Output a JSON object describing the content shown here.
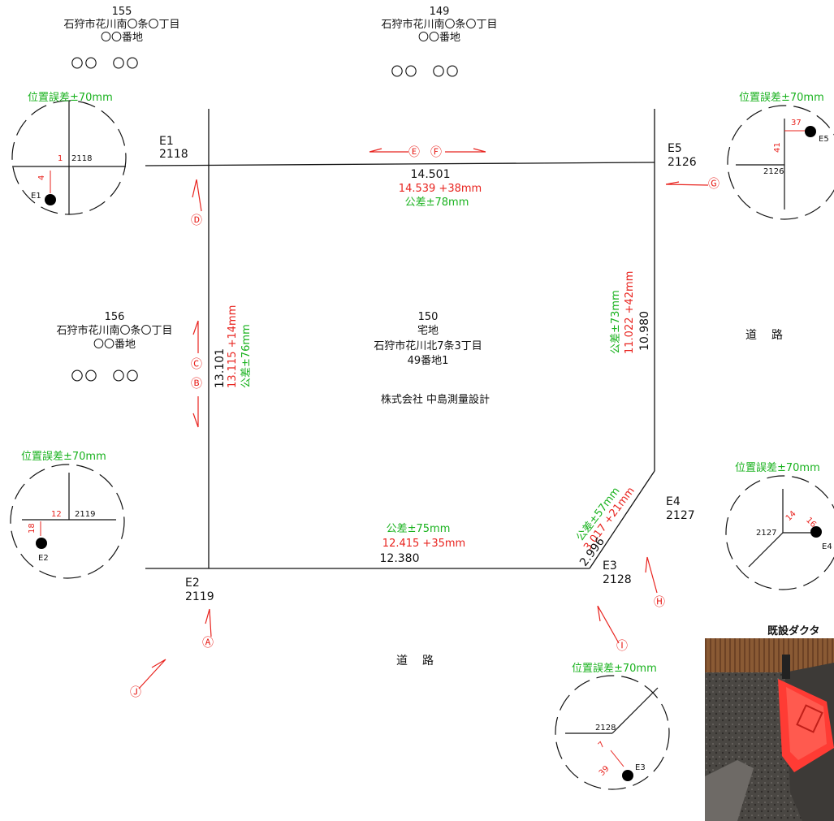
{
  "parcels": {
    "p155": {
      "number": "155",
      "address1": "石狩市花川南〇条〇丁目",
      "address2": "〇〇番地",
      "owner": "〇〇　〇〇"
    },
    "p149": {
      "number": "149",
      "address1": "石狩市花川南〇条〇丁目",
      "address2": "〇〇番地",
      "owner": "〇〇　〇〇"
    },
    "p156": {
      "number": "156",
      "address1": "石狩市花川南〇条〇丁目",
      "address2": "〇〇番地",
      "owner": "〇〇　〇〇"
    },
    "p150": {
      "number": "150",
      "use": "宅地",
      "address1": "石狩市花川北7条3丁目",
      "address2": "49番地1",
      "company": "株式会社 中島測量設計"
    }
  },
  "points": {
    "E1": {
      "name": "E1",
      "code": "2118"
    },
    "E2": {
      "name": "E2",
      "code": "2119"
    },
    "E3": {
      "name": "E3",
      "code": "2128"
    },
    "E4": {
      "name": "E4",
      "code": "2127"
    },
    "E5": {
      "name": "E5",
      "code": "2126"
    }
  },
  "edges": {
    "top": {
      "design": "14.501",
      "measured": "14.539 +38mm",
      "tolerance": "公差±78mm"
    },
    "left": {
      "design": "13.101",
      "measured": "13.115 +14mm",
      "tolerance": "公差±76mm"
    },
    "right": {
      "design": "10.980",
      "measured": "11.022 +42mm",
      "tolerance": "公差±73mm"
    },
    "bottom": {
      "design": "12.380",
      "measured": "12.415 +35mm",
      "tolerance": "公差±75mm"
    },
    "corner": {
      "design": "2.996",
      "measured": "3.017 +21mm",
      "tolerance": "公差±57mm"
    }
  },
  "roads": {
    "east": "道　路",
    "south": "道　路"
  },
  "detail_label": "位置誤差±70mm",
  "details": {
    "E1": {
      "dx": "1",
      "dy": "4"
    },
    "E2": {
      "dx": "12",
      "dy": "18"
    },
    "E5": {
      "dx": "37",
      "dy": "41"
    },
    "E4": {
      "dx": "14",
      "dy": "16"
    },
    "E3": {
      "dx": "7",
      "dy": "39"
    }
  },
  "photo_markers": [
    "Ⓐ",
    "Ⓑ",
    "Ⓒ",
    "Ⓓ",
    "Ⓔ",
    "Ⓕ",
    "Ⓖ",
    "Ⓗ",
    "Ⓘ",
    "Ⓙ"
  ],
  "photo_title": "既設ダクタ",
  "colors": {
    "measured": "#e8231e",
    "tolerance": "#19b21e",
    "lines": "#111111"
  }
}
